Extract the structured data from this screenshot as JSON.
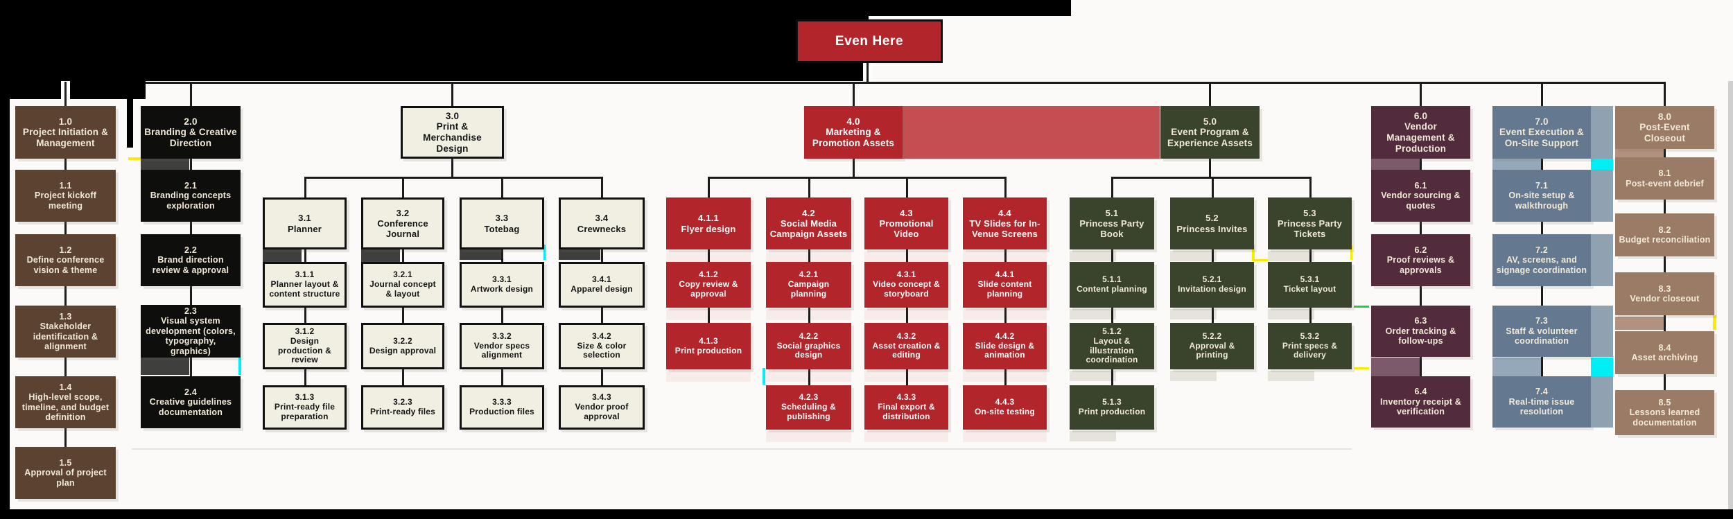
{
  "root": {
    "label": "Even Here"
  },
  "branches": [
    {
      "code": "1.0",
      "label": "Project Initiation & Management",
      "theme": "brown",
      "children": [
        {
          "code": "1.1",
          "label": "Project kickoff meeting"
        },
        {
          "code": "1.2",
          "label": "Define conference vision & theme"
        },
        {
          "code": "1.3",
          "label": "Stakeholder identification & alignment"
        },
        {
          "code": "1.4",
          "label": "High-level scope, timeline, and budget definition"
        },
        {
          "code": "1.5",
          "label": "Approval of project plan"
        }
      ]
    },
    {
      "code": "2.0",
      "label": "Branding & Creative Direction",
      "theme": "black",
      "children": [
        {
          "code": "2.1",
          "label": "Branding concepts exploration"
        },
        {
          "code": "2.2",
          "label": "Brand direction review & approval"
        },
        {
          "code": "2.3",
          "label": "Visual system development (colors, typography, graphics)"
        },
        {
          "code": "2.4",
          "label": "Creative guidelines documentation"
        }
      ]
    },
    {
      "code": "3.0",
      "label": "Print & Merchandise Design",
      "theme": "cream",
      "groups": [
        {
          "code": "3.1",
          "label": "Planner",
          "children": [
            {
              "code": "3.1.1",
              "label": "Planner layout & content structure"
            },
            {
              "code": "3.1.2",
              "label": "Design production & review"
            },
            {
              "code": "3.1.3",
              "label": "Print-ready file preparation"
            }
          ]
        },
        {
          "code": "3.2",
          "label": "Conference Journal",
          "children": [
            {
              "code": "3.2.1",
              "label": "Journal concept & layout"
            },
            {
              "code": "3.2.2",
              "label": "Design approval"
            },
            {
              "code": "3.2.3",
              "label": "Print-ready files"
            }
          ]
        },
        {
          "code": "3.3",
          "label": "Totebag",
          "children": [
            {
              "code": "3.3.1",
              "label": "Artwork design"
            },
            {
              "code": "3.3.2",
              "label": "Vendor specs alignment"
            },
            {
              "code": "3.3.3",
              "label": "Production files"
            }
          ]
        },
        {
          "code": "3.4",
          "label": "Crewnecks",
          "children": [
            {
              "code": "3.4.1",
              "label": "Apparel design"
            },
            {
              "code": "3.4.2",
              "label": "Size & color selection"
            },
            {
              "code": "3.4.3",
              "label": "Vendor proof approval"
            }
          ]
        }
      ]
    },
    {
      "code": "4.0",
      "label": "Marketing & Promotion Assets",
      "theme": "red",
      "groups": [
        {
          "code": "4.1.1",
          "label": "Flyer design",
          "children": [
            {
              "code": "4.1.2",
              "label": "Copy review & approval"
            },
            {
              "code": "4.1.3",
              "label": "Print production"
            }
          ]
        },
        {
          "code": "4.2",
          "label": "Social Media Campaign Assets",
          "children": [
            {
              "code": "4.2.1",
              "label": "Campaign planning"
            },
            {
              "code": "4.2.2",
              "label": "Social graphics design"
            },
            {
              "code": "4.2.3",
              "label": "Scheduling & publishing"
            }
          ]
        },
        {
          "code": "4.3",
          "label": "Promotional Video",
          "children": [
            {
              "code": "4.3.1",
              "label": "Video concept & storyboard"
            },
            {
              "code": "4.3.2",
              "label": "Asset creation & editing"
            },
            {
              "code": "4.3.3",
              "label": "Final export & distribution"
            }
          ]
        },
        {
          "code": "4.4",
          "label": "TV Slides for In-Venue Screens",
          "children": [
            {
              "code": "4.4.1",
              "label": "Slide content planning"
            },
            {
              "code": "4.4.2",
              "label": "Slide design & animation"
            },
            {
              "code": "4.4.3",
              "label": "On-site testing"
            }
          ]
        }
      ]
    },
    {
      "code": "5.0",
      "label": "Event Program & Experience Assets",
      "theme": "green",
      "groups": [
        {
          "code": "5.1",
          "label": "Princess Party Book",
          "children": [
            {
              "code": "5.1.1",
              "label": "Content planning"
            },
            {
              "code": "5.1.2",
              "label": "Layout & illustration coordination"
            },
            {
              "code": "5.1.3",
              "label": "Print production"
            }
          ]
        },
        {
          "code": "5.2",
          "label": "Princess Invites",
          "children": [
            {
              "code": "5.2.1",
              "label": "Invitation design"
            },
            {
              "code": "5.2.2",
              "label": "Approval & printing"
            }
          ]
        },
        {
          "code": "5.3",
          "label": "Princess Party Tickets",
          "children": [
            {
              "code": "5.3.1",
              "label": "Ticket layout"
            },
            {
              "code": "5.3.2",
              "label": "Print specs & delivery"
            }
          ]
        }
      ]
    },
    {
      "code": "6.0",
      "label": "Vendor Management & Production",
      "theme": "wine",
      "children": [
        {
          "code": "6.1",
          "label": "Vendor sourcing & quotes"
        },
        {
          "code": "6.2",
          "label": "Proof reviews & approvals"
        },
        {
          "code": "6.3",
          "label": "Order tracking & follow-ups"
        },
        {
          "code": "6.4",
          "label": "Inventory receipt & verification"
        }
      ]
    },
    {
      "code": "7.0",
      "label": "Event Execution & On-Site Support",
      "theme": "steel",
      "children": [
        {
          "code": "7.1",
          "label": "On-site setup & walkthrough"
        },
        {
          "code": "7.2",
          "label": "AV, screens, and signage coordination"
        },
        {
          "code": "7.3",
          "label": "Staff & volunteer coordination"
        },
        {
          "code": "7.4",
          "label": "Real-time issue resolution"
        }
      ]
    },
    {
      "code": "8.0",
      "label": "Post-Event Closeout",
      "theme": "tan",
      "children": [
        {
          "code": "8.1",
          "label": "Post-event debrief"
        },
        {
          "code": "8.2",
          "label": "Budget reconciliation"
        },
        {
          "code": "8.3",
          "label": "Vendor closeout"
        },
        {
          "code": "8.4",
          "label": "Asset archiving"
        },
        {
          "code": "8.5",
          "label": "Lessons learned documentation"
        }
      ]
    }
  ],
  "colors": {
    "brown": "#5c4231",
    "black": "#0e0e0c",
    "cream": "#f1efe2",
    "red": "#b2252b",
    "green": "#3a432b",
    "wine": "#522c3c",
    "steel": "#64798f",
    "steel_light": "#8ea2b2",
    "tan": "#9a7b65",
    "text_cream": "#f2ead8",
    "connector": "#1b1b1b",
    "backdrop": "#000000",
    "background": "#fbfaf8"
  },
  "glitch_colors": {
    "cyan": "#00eef4",
    "yellow": "#f8ec00",
    "green": "#1fd04a",
    "gray_dark": "#3f3f3d",
    "mauve": "#7d5a6b",
    "steel_light_bar": "#94a8b9",
    "tan_light": "#b29181",
    "pink": "#f8ecea",
    "green_gray": "#e5e3db",
    "red_bar": "#c44f53"
  }
}
